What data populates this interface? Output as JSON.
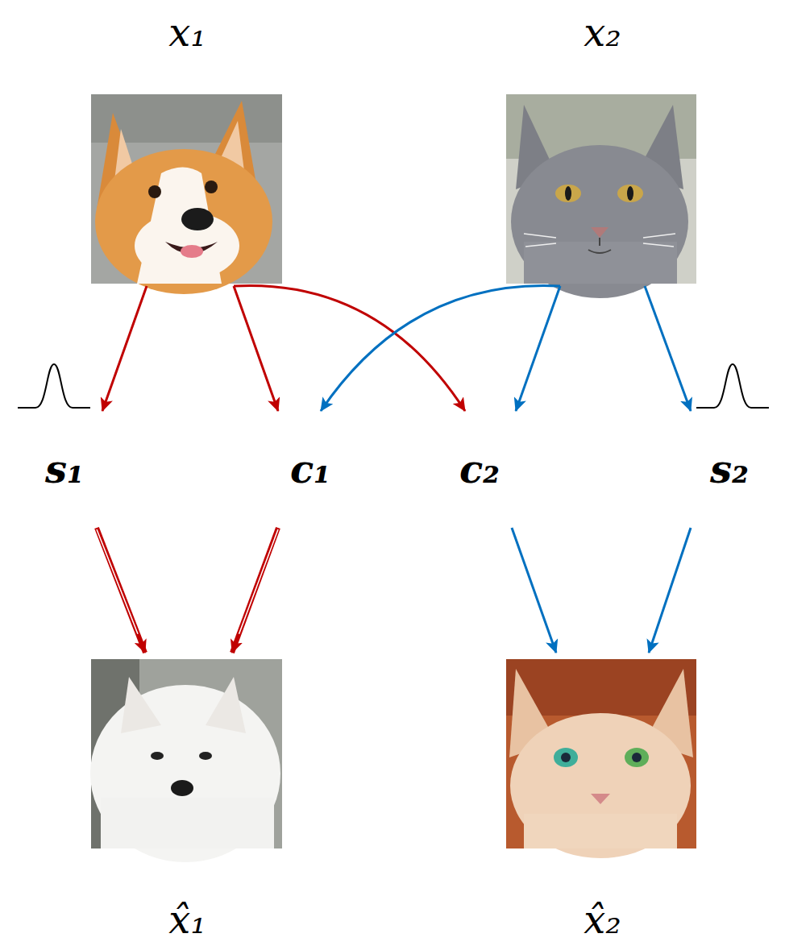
{
  "diagram": {
    "nodes": [
      {
        "text": [
          "x₁"
        ]
      },
      {
        "text": [
          "x₂"
        ]
      },
      {
        "text": [
          "s₁"
        ]
      },
      {
        "text": [
          "c₁"
        ]
      },
      {
        "text": [
          "c₂"
        ]
      },
      {
        "text": [
          "s₂"
        ]
      },
      {
        "text": [
          "x̂₁"
        ]
      },
      {
        "text": [
          "x̂₂"
        ]
      }
    ],
    "edges": [
      {
        "from": 0,
        "to": 2,
        "arrow": "to"
      },
      {
        "from": 0,
        "to": 3,
        "arrow": "to"
      },
      {
        "from": 0,
        "to": 4,
        "arrow": "to"
      },
      {
        "from": 1,
        "to": 3,
        "arrow": "to"
      },
      {
        "from": 1,
        "to": 4,
        "arrow": "to"
      },
      {
        "from": 1,
        "to": 5,
        "arrow": "to"
      },
      {
        "from": 2,
        "to": 6,
        "arrow": "to"
      },
      {
        "from": 3,
        "to": 6,
        "arrow": "to"
      },
      {
        "from": 4,
        "to": 7,
        "arrow": "to"
      },
      {
        "from": 5,
        "to": 7,
        "arrow": "to"
      }
    ]
  }
}
